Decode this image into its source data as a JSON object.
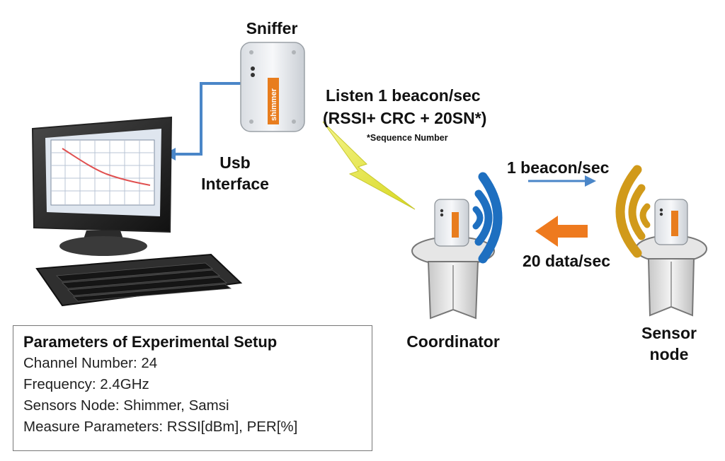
{
  "labels": {
    "sniffer": "Sniffer",
    "usb_line1": "Usb",
    "usb_line2": "Interface",
    "listen_line1": "Listen 1 beacon/sec",
    "listen_line2": "(RSSI+ CRC + 20SN*)",
    "footnote": "*Sequence Number",
    "beacon_rate": "1 beacon/sec",
    "data_rate": "20 data/sec",
    "coordinator": "Coordinator",
    "sensor_line1": "Sensor",
    "sensor_line2": "node",
    "device_brand": "shimmer"
  },
  "params": {
    "title": "Parameters of Experimental Setup",
    "channel": "Channel Number: 24",
    "frequency": "Frequency: 2.4GHz",
    "sensors": "Sensors Node: Shimmer, Samsi",
    "measure": "Measure Parameters: RSSI[dBm], PER[%]"
  },
  "colors": {
    "usb_line": "#4a86c8",
    "coordinator_waves": "#1e6fc0",
    "sensor_waves": "#d19a1a",
    "data_arrow": "#ee7a1e",
    "beacon_arrow": "#4a86c8",
    "lightning": "#e8e84a"
  }
}
